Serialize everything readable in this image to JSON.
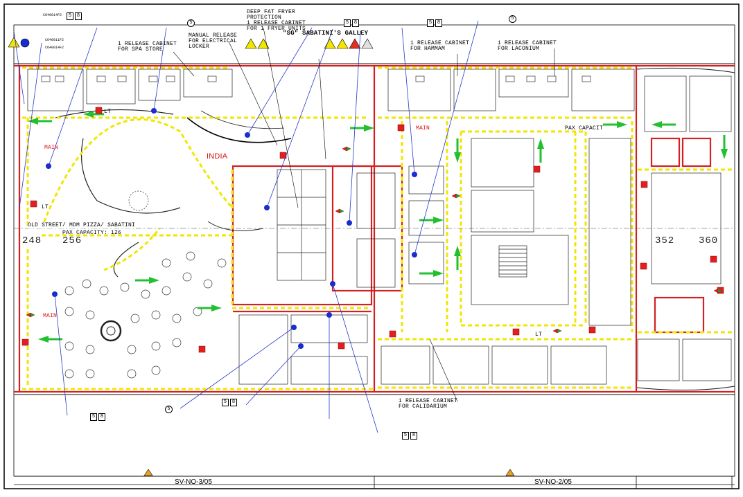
{
  "labels": {
    "spa_store": "1 RELEASE CABINET\nFOR SPA STORE",
    "electrical_locker": "MANUAL RELEASE\nFOR ELECTRICAL\nLOCKER",
    "fryer": "DEEP FAT FRYER\nPROTECTION\n1 RELEASE CABINET\nFOR 1 FRYER UNITS",
    "galley": "\"SG\" SABATINI'S GALLEY",
    "hammam": "1 RELEASE CABINET\nFOR HAMMAM",
    "laconium": "1 RELEASE CABINET\nFOR LACONIUM",
    "calidarium": "1 RELEASE CABINET\nFOR CALIDARIUM",
    "india": "INDIA",
    "pizza_line1": "OLD STREET/ MDM PIZZA/ SABATINI",
    "pizza_line2": "PAX CAPACITY: 126",
    "pax_capacity": "PAX CAPACIT"
  },
  "frames": [
    "248",
    "256",
    "352",
    "360"
  ],
  "sheet_refs": [
    "SV-NO-3/05",
    "SV-NO-2/05"
  ],
  "codes": {
    "c1": "CO40014F2",
    "c2": "CO40011F2",
    "c3": "CO40014F2",
    "tag_main": "MAIN",
    "tag_lt": "LT"
  },
  "box_numbers": {
    "five": "5",
    "eight": "8"
  },
  "colors": {
    "wall": "#d42020",
    "escape": "#f2e600",
    "arrow": "#22c030",
    "leader": "#2838c8",
    "line": "#111111"
  }
}
